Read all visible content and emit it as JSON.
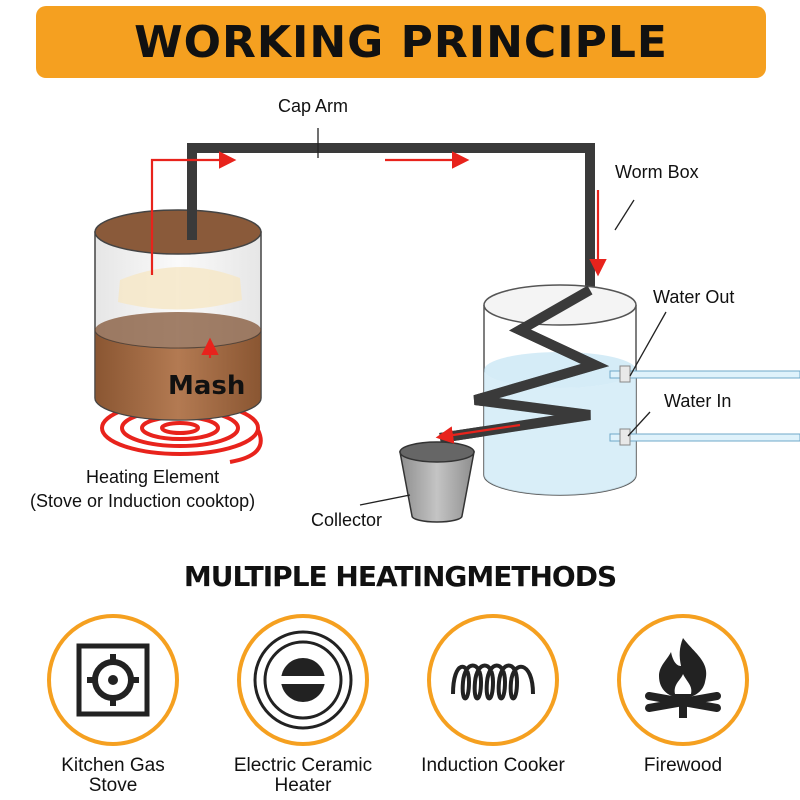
{
  "header": {
    "title": "WORKING PRINCIPLE"
  },
  "diagram": {
    "labels": {
      "cap_arm": "Cap Arm",
      "worm_box": "Worm Box",
      "water_out": "Water Out",
      "water_in": "Water In",
      "mash": "Mash",
      "heating_element_line1": "Heating Element",
      "heating_element_line2": "(Stove or Induction cooktop)",
      "collector": "Collector"
    },
    "colors": {
      "accent": "#f5a020",
      "arrow": "#e8231c",
      "pipe": "#3a3a3a",
      "mash": "#a06a45",
      "water": "#cfeaf6"
    }
  },
  "methods_section": {
    "title": "MULTIPLE HEATINGMETHODS",
    "items": [
      {
        "label_line1": "Kitchen Gas",
        "label_line2": "Stove",
        "icon": "gas-stove-icon"
      },
      {
        "label_line1": "Electric Ceramic",
        "label_line2": "Heater",
        "icon": "ceramic-heater-icon"
      },
      {
        "label_line1": "Induction Cooker",
        "label_line2": "",
        "icon": "induction-coil-icon"
      },
      {
        "label_line1": "Firewood",
        "label_line2": "",
        "icon": "firewood-icon"
      }
    ]
  }
}
